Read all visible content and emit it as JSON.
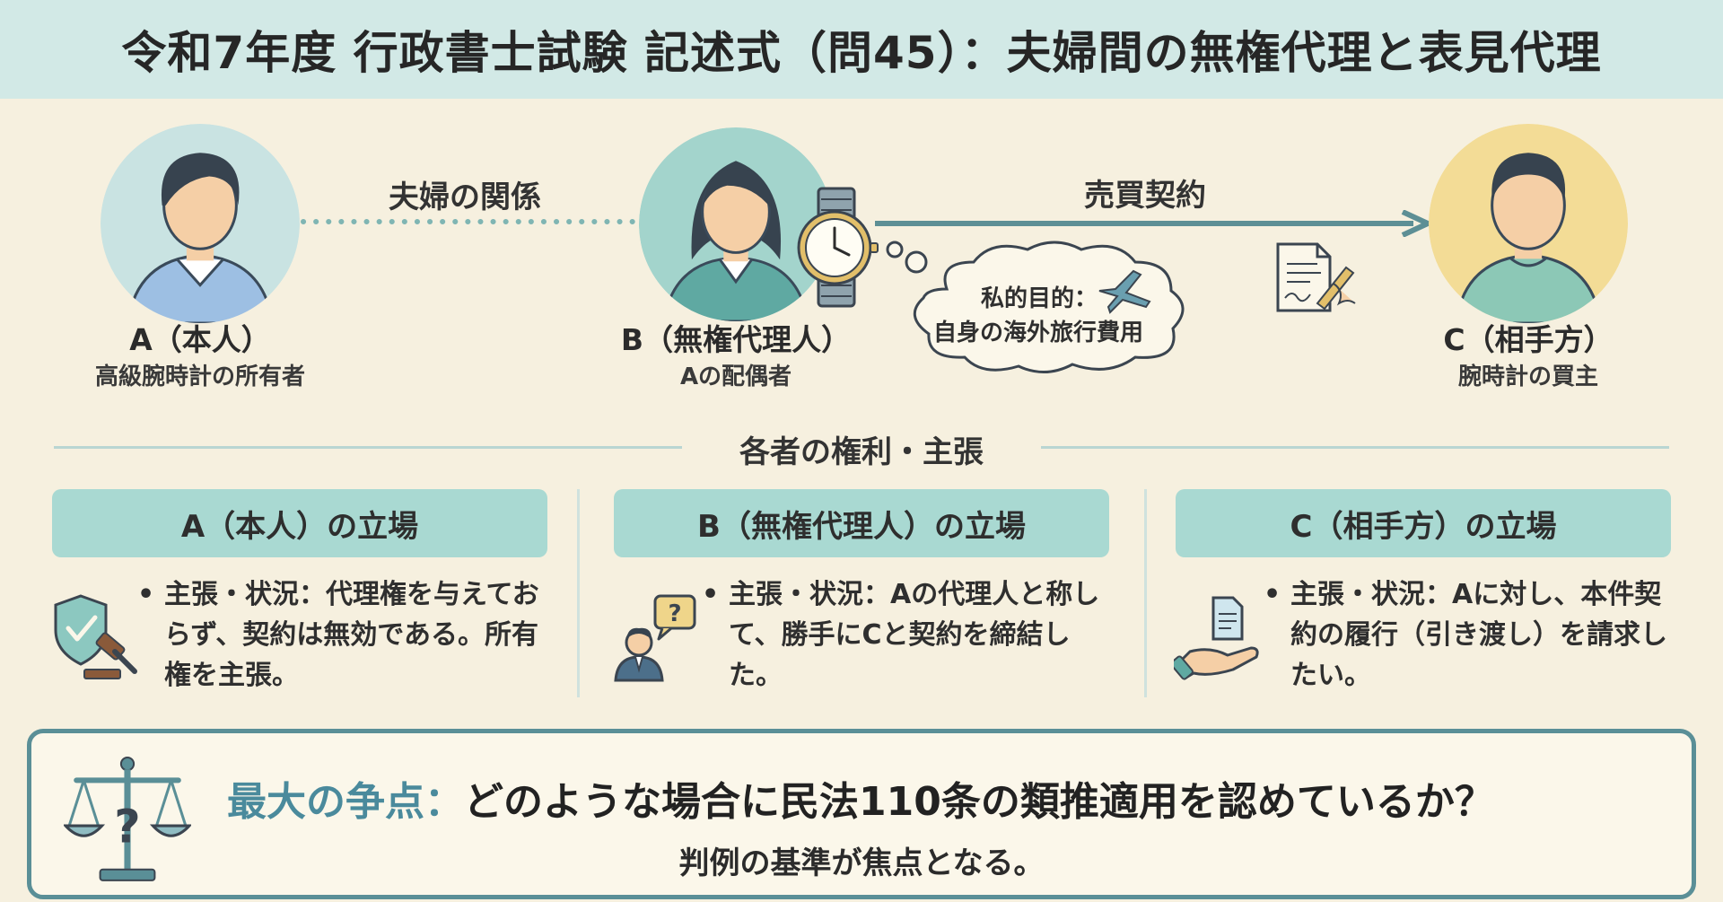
{
  "title": "令和7年度 行政書士試験 記述式（問45）：夫婦間の無権代理と表見代理",
  "persons": {
    "a": {
      "name": "A（本人）",
      "role": "高級腕時計の所有者"
    },
    "b": {
      "name": "B（無権代理人）",
      "role": "Aの配偶者"
    },
    "c": {
      "name": "C（相手方）",
      "role": "腕時計の買主"
    }
  },
  "relations": {
    "ab": "夫婦の関係",
    "bc": "売買契約"
  },
  "thought_bubble": {
    "line1": "私的目的：",
    "line2": "自身の海外旅行費用"
  },
  "section_heading": "各者の権利・主張",
  "positions": [
    {
      "header": "A（本人）の立場",
      "bullet": "•",
      "text": "主張・状況：代理権を与えておらず、契約は無効である。所有権を主張。",
      "icon": "shield-gavel-icon"
    },
    {
      "header": "B（無権代理人）の立場",
      "bullet": "•",
      "text": "主張・状況：Aの代理人と称して、勝手にCと契約を締結した。",
      "icon": "person-question-icon"
    },
    {
      "header": "C（相手方）の立場",
      "bullet": "•",
      "text": "主張・状況：Aに対し、本件契約の履行（引き渡し）を請求したい。",
      "icon": "hand-document-icon"
    }
  ],
  "issue": {
    "label": "最大の争点：",
    "question": "どのような場合に民法110条の類推適用を認めているか？",
    "sub": "判例の基準が焦点となる。",
    "icon": "scales-question-icon"
  },
  "colors": {
    "background": "#f6f0df",
    "title_bar": "#d2e9e6",
    "header_teal": "#a9d9d2",
    "accent": "#4a8a9c",
    "arrow": "#5d8f95"
  }
}
